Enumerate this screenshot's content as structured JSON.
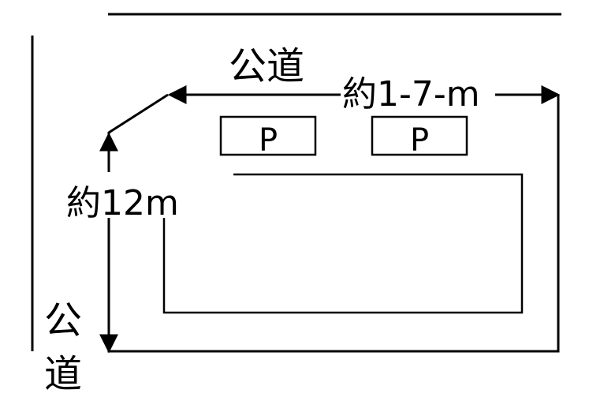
{
  "labels": {
    "road_top": "公道",
    "road_left_1": "公",
    "road_left_2": "道",
    "width": "約1-7-m",
    "depth": "約12m",
    "parking_1": "P",
    "parking_2": "P"
  }
}
